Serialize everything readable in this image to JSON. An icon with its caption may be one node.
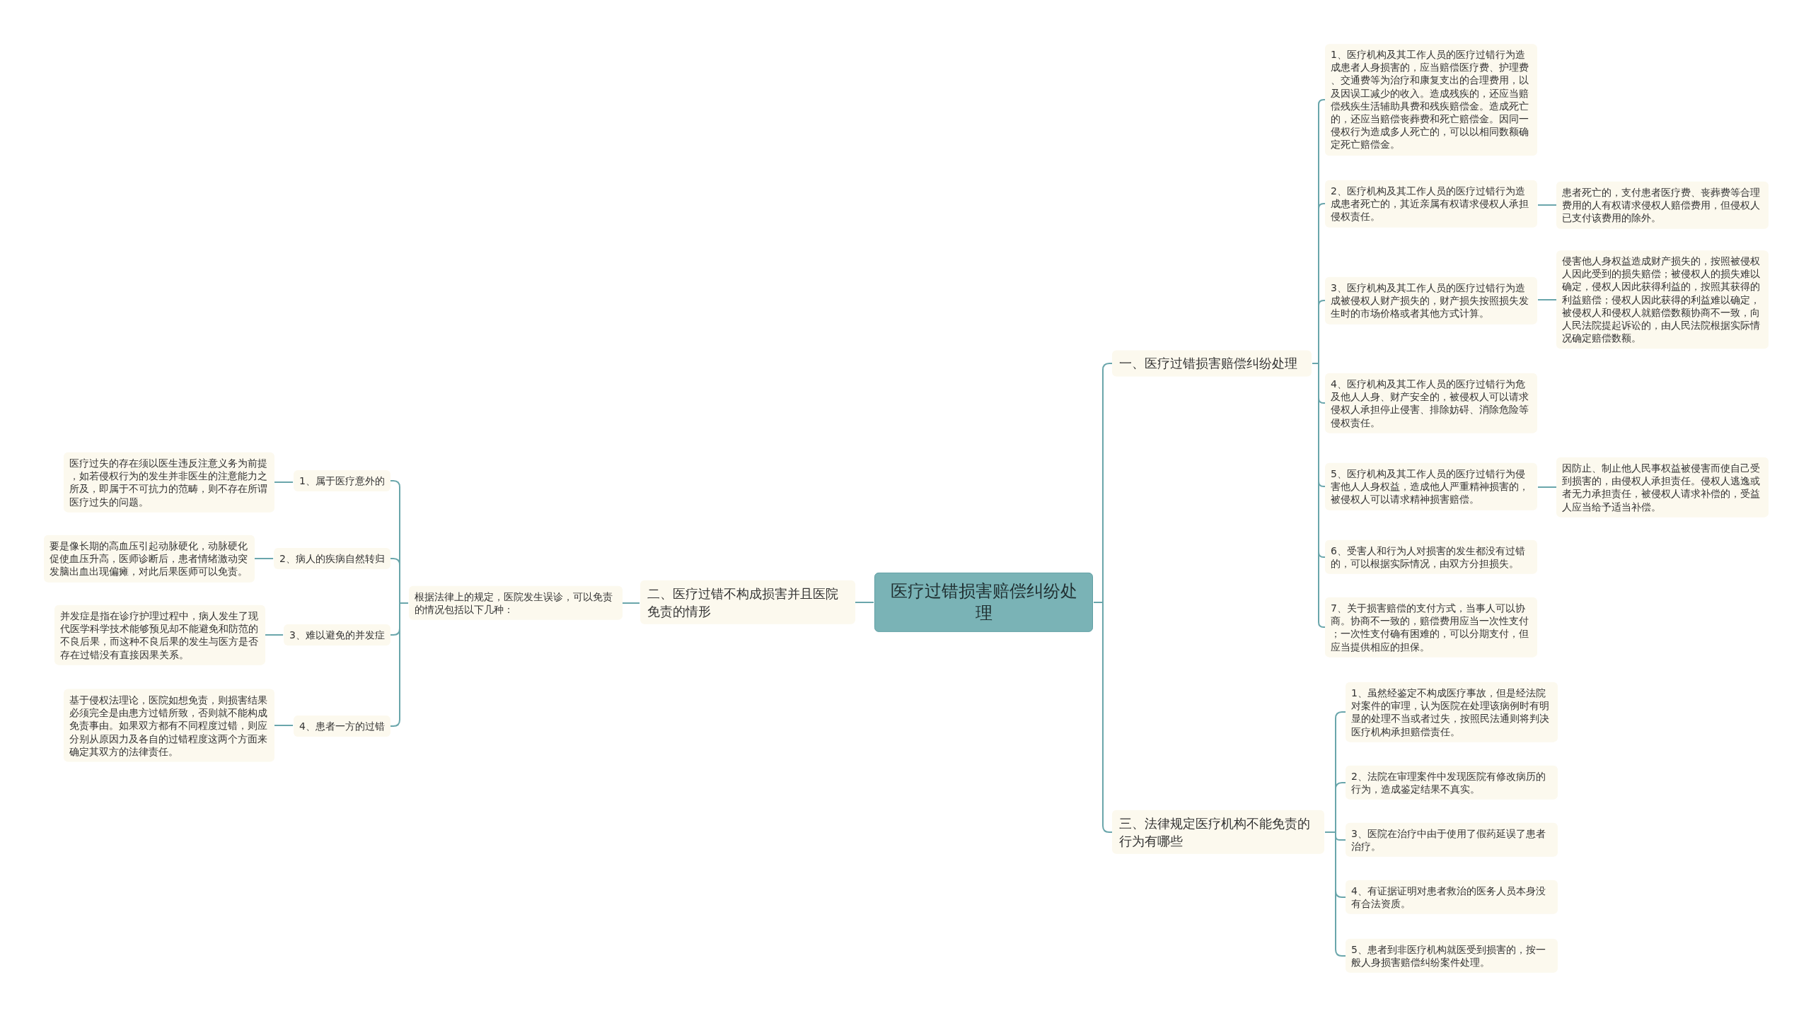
{
  "diagram": {
    "nodes": [
      {
        "text": [
          "医疗过错损害赔偿纠纷处理"
        ]
      },
      {
        "text": [
          "一、医疗过错损害赔偿纠纷处理"
        ]
      },
      {
        "text": [
          "1、医疗机构及其工作人员的医疗过错行为造成患者人身损害的，应当赔偿医疗费、护理费、交通费等为治疗和康复支出的合理费用，以及因误工减少的收入。造成残疾的，还应当赔偿残疾生活辅助具费和残疾赔偿金。造成死亡的，还应当赔偿丧葬费和死亡赔偿金。因同一侵权行为造成多人死亡的，可以以相同数额确定死亡赔偿金。"
        ]
      },
      {
        "text": [
          "2、医疗机构及其工作人员的医疗过错行为造成患者死亡的，其近亲属有权请求侵权人承担侵权责任。"
        ]
      },
      {
        "text": [
          "患者死亡的，支付患者医疗费、丧葬费等合理费用的人有权请求侵权人赔偿费用，但侵权人已支付该费用的除外。"
        ]
      },
      {
        "text": [
          "3、医疗机构及其工作人员的医疗过错行为造成被侵权人财产损失的，财产损失按照损失发生时的市场价格或者其他方式计算。"
        ]
      },
      {
        "text": [
          "侵害他人身权益造成财产损失的，按照被侵权人因此受到的损失赔偿；被侵权人的损失难以确定，侵权人因此获得利益的，按照其获得的利益赔偿；侵权人因此获得的利益难以确定，被侵权人和侵权人就赔偿数额协商不一致，向人民法院提起诉讼的，由人民法院根据实际情况确定赔偿数额。"
        ]
      },
      {
        "text": [
          "4、医疗机构及其工作人员的医疗过错行为危及他人人身、财产安全的，被侵权人可以请求侵权人承担停止侵害、排除妨碍、消除危险等侵权责任。"
        ]
      },
      {
        "text": [
          "5、医疗机构及其工作人员的医疗过错行为侵害他人人身权益，造成他人严重精神损害的，被侵权人可以请求精神损害赔偿。"
        ]
      },
      {
        "text": [
          "因防止、制止他人民事权益被侵害而使自己受到损害的，由侵权人承担责任。侵权人逃逸或者无力承担责任，被侵权人请求补偿的，受益人应当给予适当补偿。"
        ]
      },
      {
        "text": [
          "6、受害人和行为人对损害的发生都没有过错的，可以根据实际情况，由双方分担损失。"
        ]
      },
      {
        "text": [
          "7、关于损害赔偿的支付方式，当事人可以协商。协商不一致的，赔偿费用应当一次性支付；一次性支付确有困难的，可以分期支付，但应当提供相应的担保。"
        ]
      },
      {
        "text": [
          "二、医疗过错不构成损害并且医院免责的情形"
        ]
      },
      {
        "text": [
          "根据法律上的规定，医院发生误诊，可以免责的情况包括以下几种："
        ]
      },
      {
        "text": [
          "1、属于医疗意外的"
        ]
      },
      {
        "text": [
          "医疗过失的存在须以医生违反注意义务为前提，如若侵权行为的发生并非医生的注意能力之所及，即属于不可抗力的范畴，则不存在所谓医疗过失的问题。"
        ]
      },
      {
        "text": [
          "2、病人的疾病自然转归"
        ]
      },
      {
        "text": [
          "要是像长期的高血压引起动脉硬化，动脉硬化促使血压升高，医师诊断后，患者情绪激动突发脑出血出现偏瘫，对此后果医师可以免责。"
        ]
      },
      {
        "text": [
          "3、难以避免的并发症"
        ]
      },
      {
        "text": [
          "并发症是指在诊疗护理过程中，病人发生了现代医学科学技术能够预见却不能避免和防范的不良后果，而这种不良后果的发生与医方是否存在过错没有直接因果关系。"
        ]
      },
      {
        "text": [
          "4、患者一方的过错"
        ]
      },
      {
        "text": [
          "基于侵权法理论，医院如想免责，则损害结果必须完全是由患方过错所致，否则就不能构成免责事由。如果双方都有不同程度过错，则应分别从原因力及各自的过错程度这两个方面来确定其双方的法律责任。"
        ]
      },
      {
        "text": [
          "三、法律规定医疗机构不能免责的行为有哪些"
        ]
      },
      {
        "text": [
          "1、虽然经鉴定不构成医疗事故，但是经法院对案件的审理，认为医院在处理该病例时有明显的处理不当或者过失，按照民法通则将判决医疗机构承担赔偿责任。"
        ]
      },
      {
        "text": [
          "2、法院在审理案件中发现医院有修改病历的行为，造成鉴定结果不真实。"
        ]
      },
      {
        "text": [
          "3、医院在治疗中由于使用了假药延误了患者治疗。"
        ]
      },
      {
        "text": [
          "4、有证据证明对患者救治的医务人员本身没有合法资质。"
        ]
      },
      {
        "text": [
          "5、患者到非医疗机构就医受到损害的，按一般人身损害赔偿纠纷案件处理。"
        ]
      }
    ],
    "edges": [
      {
        "from": 0,
        "to": 1,
        "arrow": "none"
      },
      {
        "from": 1,
        "to": 2,
        "arrow": "none"
      },
      {
        "from": 1,
        "to": 3,
        "arrow": "none"
      },
      {
        "from": 3,
        "to": 4,
        "arrow": "none"
      },
      {
        "from": 1,
        "to": 5,
        "arrow": "none"
      },
      {
        "from": 5,
        "to": 6,
        "arrow": "none"
      },
      {
        "from": 1,
        "to": 7,
        "arrow": "none"
      },
      {
        "from": 1,
        "to": 8,
        "arrow": "none"
      },
      {
        "from": 8,
        "to": 9,
        "arrow": "none"
      },
      {
        "from": 1,
        "to": 10,
        "arrow": "none"
      },
      {
        "from": 1,
        "to": 11,
        "arrow": "none"
      },
      {
        "from": 0,
        "to": 12,
        "arrow": "none"
      },
      {
        "from": 12,
        "to": 13,
        "arrow": "none"
      },
      {
        "from": 13,
        "to": 14,
        "arrow": "none"
      },
      {
        "from": 14,
        "to": 15,
        "arrow": "none"
      },
      {
        "from": 13,
        "to": 16,
        "arrow": "none"
      },
      {
        "from": 16,
        "to": 17,
        "arrow": "none"
      },
      {
        "from": 13,
        "to": 18,
        "arrow": "none"
      },
      {
        "from": 18,
        "to": 19,
        "arrow": "none"
      },
      {
        "from": 13,
        "to": 20,
        "arrow": "none"
      },
      {
        "from": 20,
        "to": 21,
        "arrow": "none"
      },
      {
        "from": 0,
        "to": 22,
        "arrow": "none"
      },
      {
        "from": 22,
        "to": 23,
        "arrow": "none"
      },
      {
        "from": 22,
        "to": 24,
        "arrow": "none"
      },
      {
        "from": 22,
        "to": 25,
        "arrow": "none"
      },
      {
        "from": 22,
        "to": 26,
        "arrow": "none"
      },
      {
        "from": 22,
        "to": 27,
        "arrow": "none"
      }
    ]
  }
}
